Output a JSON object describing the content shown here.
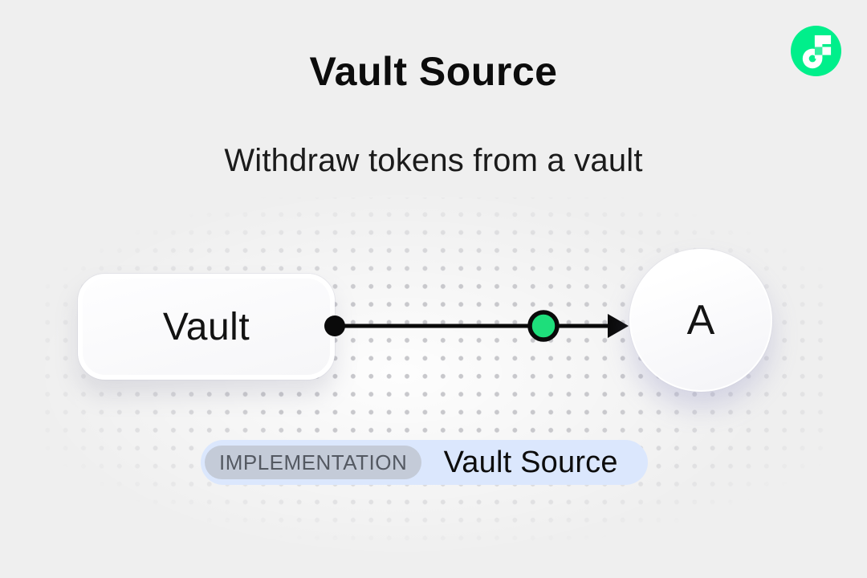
{
  "header": {
    "title": "Vault Source",
    "subtitle": "Withdraw tokens from a vault"
  },
  "logo": {
    "name": "flow-logo",
    "circle_color": "#00EF8B",
    "square_color": "#35EFA0"
  },
  "diagram": {
    "vault_node": {
      "label": "Vault"
    },
    "account_node": {
      "label": "A"
    },
    "connector": {
      "type": "arrow",
      "line_color": "#0a0a0a",
      "dot_color": "#1EDE7B"
    }
  },
  "badge": {
    "tag": "IMPLEMENTATION",
    "label": "Vault Source",
    "bg_color": "#dbe7fd",
    "tag_bg_color": "#c4cbd8"
  }
}
